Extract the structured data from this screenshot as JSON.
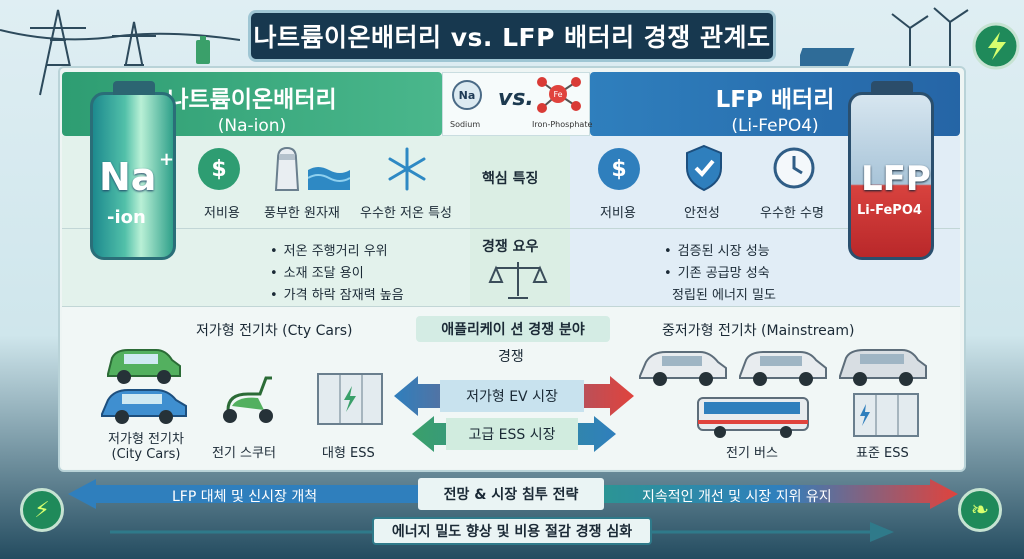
{
  "title": "나트륨이온배터리 vs. LFP 배터리 경쟁 관계도",
  "left": {
    "name": "나트륨이온배터리",
    "sub": "(Na-ion)",
    "battery_main": "Na",
    "battery_sup": "+",
    "battery_sub": "-ion",
    "features": [
      "저비용",
      "풍부한 원자재",
      "우수한 저온 특성"
    ],
    "bullets": [
      "저온 주행거리 우위",
      "소재 조달 용이",
      "가격 하락 잠재력 높음"
    ],
    "section_title": "저가형 전기차 (Cty Cars)",
    "apps": [
      "저가형 전기차\n(City Cars)",
      "전기 스쿠터",
      "대형 ESS"
    ]
  },
  "right": {
    "name": "LFP 배터리",
    "sub": "(Li-FePO4)",
    "battery_main": "LFP",
    "battery_sub": "Li-FePO4",
    "features": [
      "저비용",
      "안전성",
      "우수한 수명"
    ],
    "bullets": [
      "검증된 시장 성능",
      "기존 공급망 성숙"
    ],
    "extra_line": "정립된 에너지 밀도",
    "section_title": "중저가형 전기차 (Mainstream)",
    "apps": [
      "전기 버스",
      "표준 ESS"
    ]
  },
  "vs": {
    "text": "vs.",
    "atom": "Na",
    "atom_label": "Sodium",
    "mol_label": "Iron-Phosphate",
    "mol_atom": "Fe"
  },
  "middle": {
    "core": "핵심 특징",
    "compete": "경쟁 요우",
    "app_title": "애플리케이 션 경쟁 분야",
    "app_sub": "경쟁",
    "arrow1": "저가형 EV 시장",
    "arrow2": "고급 ESS 시장"
  },
  "bottom": {
    "left": "LFP 대체 및 신시장 개척",
    "center": "전망 & 시장 침투 전략",
    "right": "지속적인 개선 및 시장 지위 유지",
    "summary": "에너지 밀도 향상 및 비용 절감 경쟁 심화"
  },
  "colors": {
    "green": "#2e9d72",
    "blue": "#2f7fbd",
    "red": "#d8423e",
    "navy": "#17384f"
  }
}
